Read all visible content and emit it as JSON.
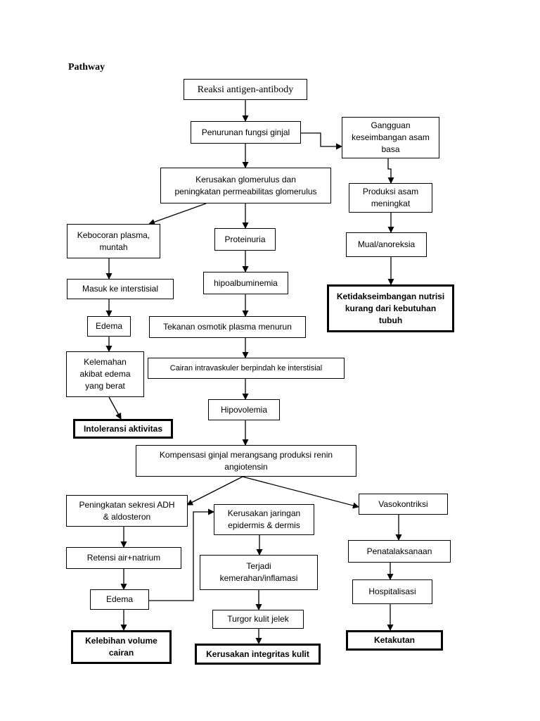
{
  "title": "Pathway",
  "nodes": {
    "reaksi_antigen": [
      "Reaksi antigen-antibody"
    ],
    "penurunan_fungsi": [
      "Penurunan fungsi ginjal"
    ],
    "gangguan_asam_basa": [
      "Gangguan",
      "keseimbangan asam",
      "basa"
    ],
    "kerusakan_glomerulus": [
      "Kerusakan glomerulus dan",
      "peningkatan permeabilitas glomerulus"
    ],
    "produksi_asam": [
      "Produksi asam",
      "meningkat"
    ],
    "kebocoran_plasma": [
      "Kebocoran plasma,",
      "muntah"
    ],
    "proteinuria": [
      "Proteinuria"
    ],
    "mual_anoreksia": [
      "Mual/anoreksia"
    ],
    "masuk_interstisial": [
      "Masuk ke interstisial"
    ],
    "hipoalbuminemia": [
      "hipoalbuminemia"
    ],
    "ketidakseimbangan_nutrisi": [
      "Ketidakseimbangan nutrisi",
      "kurang dari kebutuhan",
      "tubuh"
    ],
    "edema_1": [
      "Edema"
    ],
    "tekanan_osmotik": [
      "Tekanan osmotik plasma menurun"
    ],
    "kelemahan": [
      "Kelemahan",
      "akibat edema",
      "yang berat"
    ],
    "cairan_intravaskuler": [
      "Cairan intravaskuler berpindah ke interstisial"
    ],
    "intoleransi_aktivitas": [
      "Intoleransi aktivitas"
    ],
    "hipovolemia": [
      "Hipovolemia"
    ],
    "kompensasi_ginjal": [
      "Kompensasi ginjal merangsang produksi renin",
      "angiotensin"
    ],
    "sekresi_adh": [
      "Peningkatan sekresi ADH",
      "& aldosteron"
    ],
    "kerusakan_jaringan": [
      "Kerusakan jaringan",
      "epidermis & dermis"
    ],
    "vasokontriksi": [
      "Vasokontriksi"
    ],
    "retensi": [
      "Retensi air+natrium"
    ],
    "kemerahan": [
      "Terjadi",
      "kemerahan/inflamasi"
    ],
    "penatalaksanaan": [
      "Penatalaksanaan"
    ],
    "edema_2": [
      "Edema"
    ],
    "hospitalisasi": [
      "Hospitalisasi"
    ],
    "turgor": [
      "Turgor kulit jelek"
    ],
    "kelebihan_volume": [
      "Kelebihan volume",
      "cairan"
    ],
    "kerusakan_integritas": [
      "Kerusakan integritas kulit"
    ],
    "ketakutan": [
      "Ketakutan"
    ]
  }
}
